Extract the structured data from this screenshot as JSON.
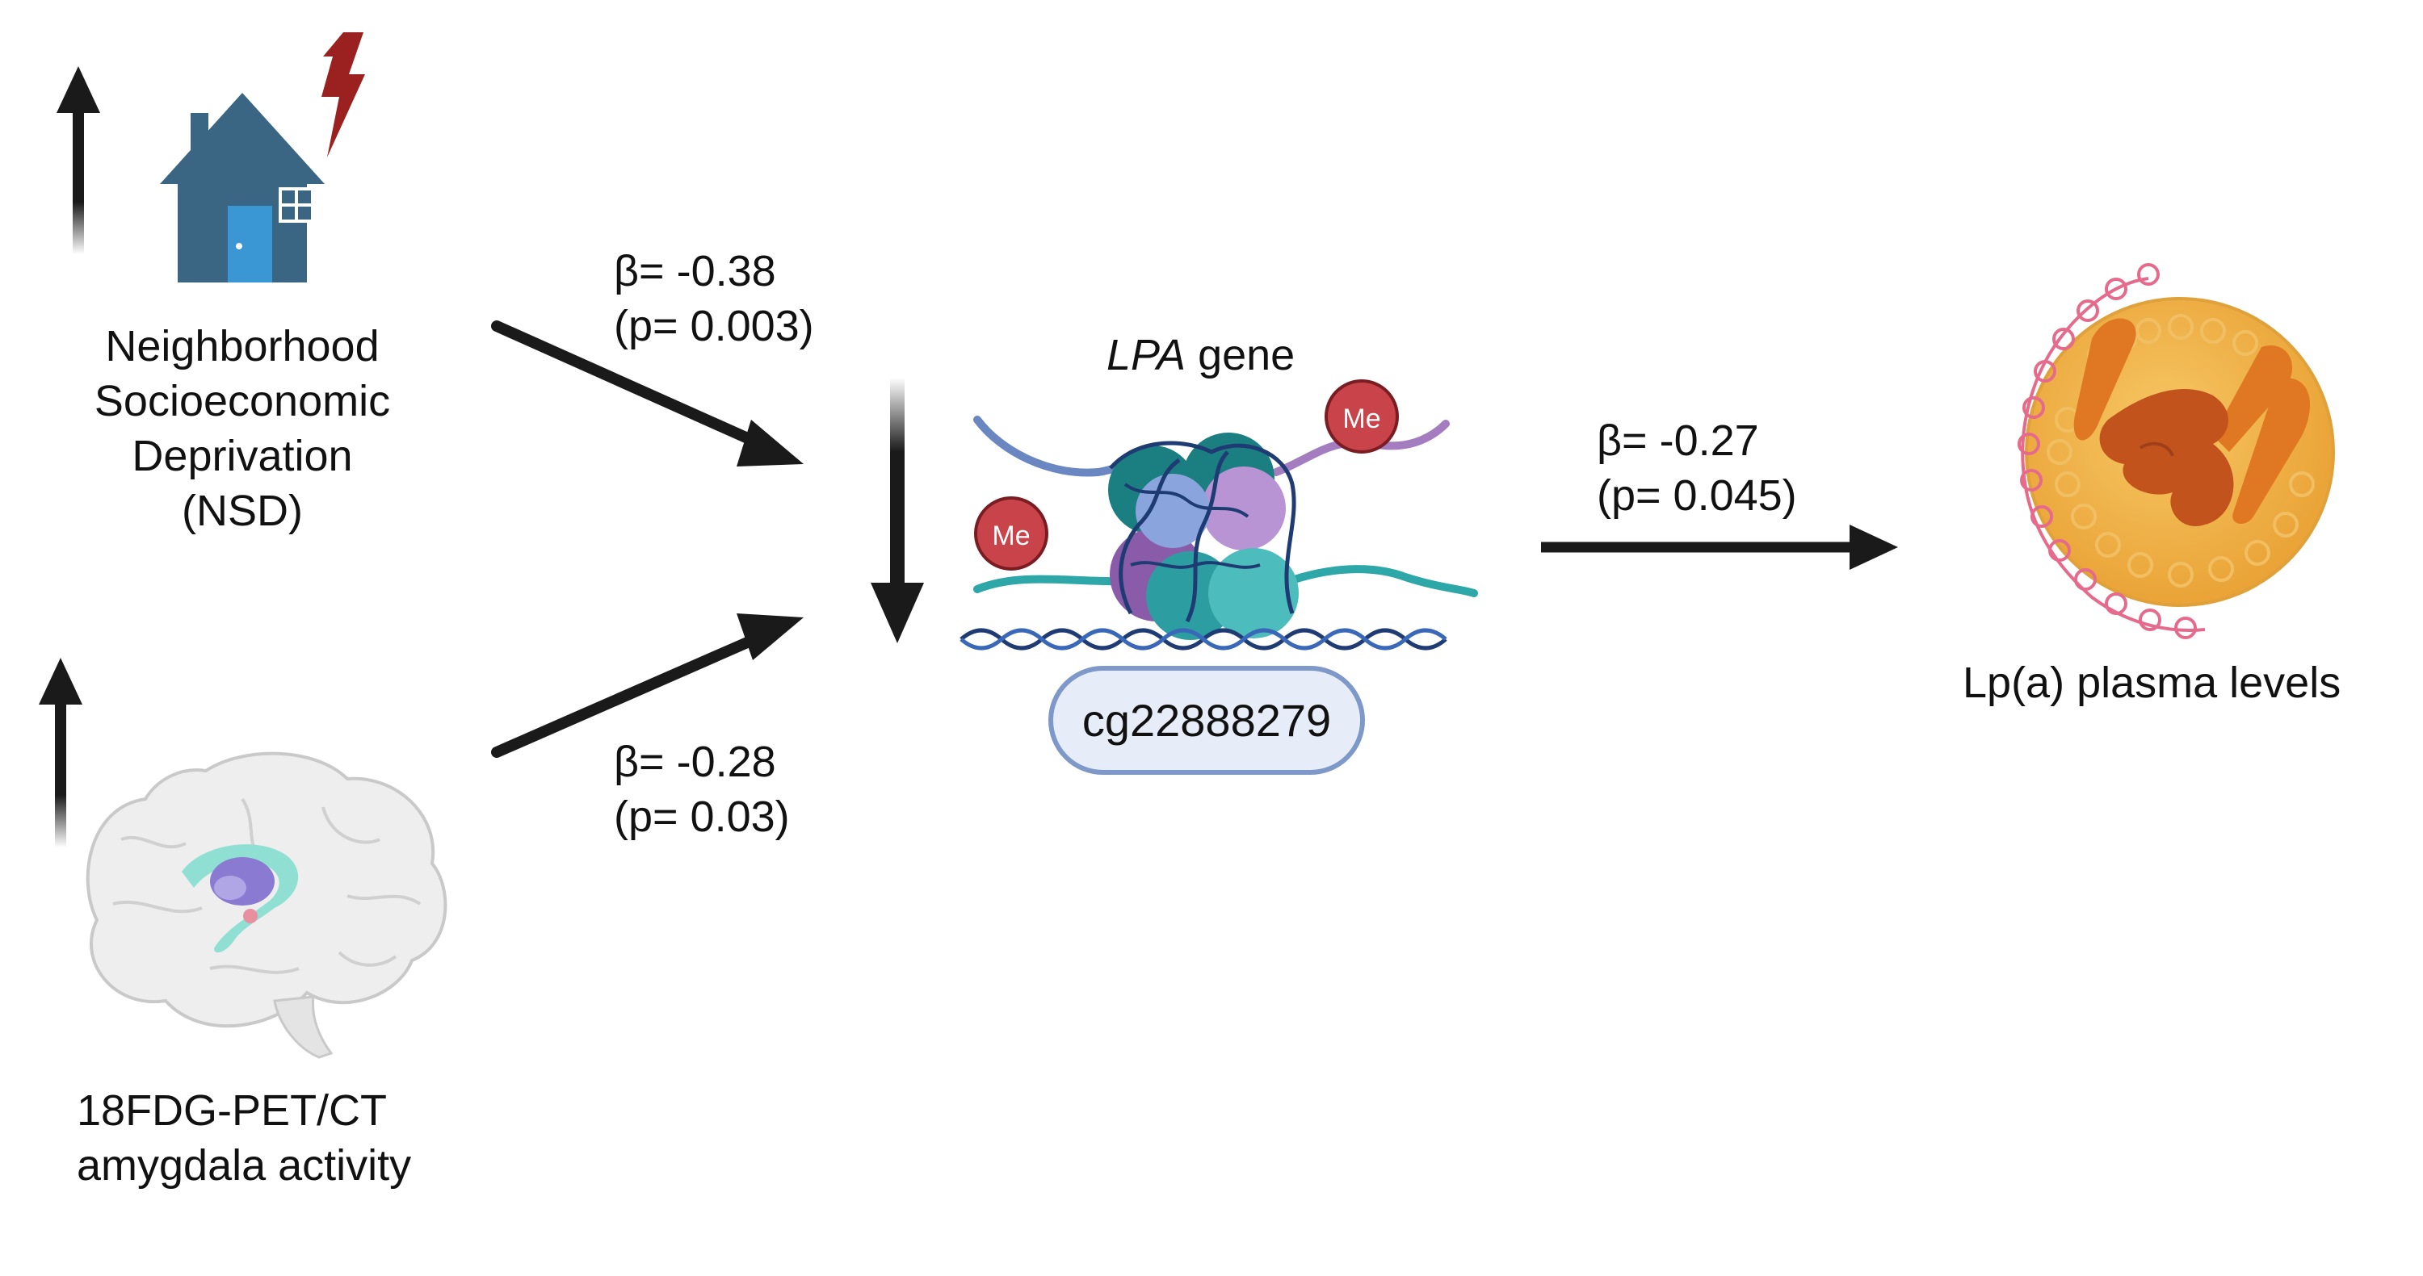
{
  "nsd": {
    "line1": "Neighborhood",
    "line2": "Socioeconomic",
    "line3": "Deprivation",
    "line4": "(NSD)"
  },
  "pet": {
    "line1": "18FDG-PET/CT",
    "line2": "amygdala activity"
  },
  "assoc_nsd": {
    "beta": "β= -0.38",
    "p": "(p= 0.003)"
  },
  "assoc_pet": {
    "beta": "β= -0.28",
    "p": "(p= 0.03)"
  },
  "assoc_lpa": {
    "beta": "β= -0.27",
    "p": "(p= 0.045)"
  },
  "gene": {
    "italic": "LPA",
    "rest": " gene",
    "cpg": "cg22888279",
    "methyl": "Me"
  },
  "outcome": {
    "label": "Lp(a) plasma levels"
  },
  "colors": {
    "arrow": "#1a1a1a",
    "house": "#3a6583",
    "door": "#3a97d4",
    "bolt": "#9b2020",
    "methyl": "#c8434a",
    "pill_border": "#7d98c9",
    "lipoprotein": "#f3b447",
    "apo": "#d96a1e",
    "coil": "#e56a8c"
  }
}
